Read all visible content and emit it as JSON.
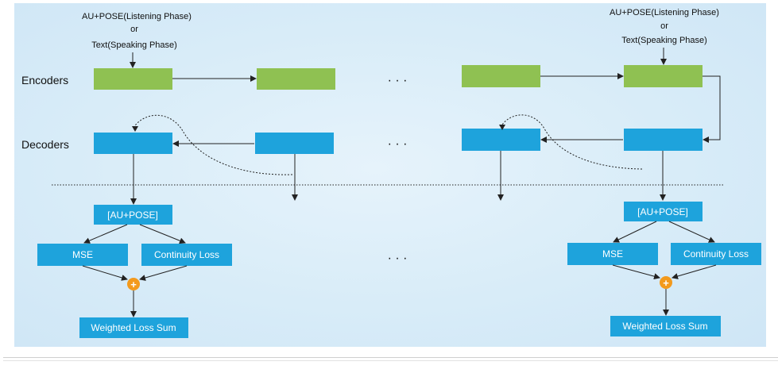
{
  "diagram": {
    "left_input": {
      "line1": "AU+POSE(Listening Phase)",
      "line2": "or",
      "line3": "Text(Speaking Phase)"
    },
    "right_input": {
      "line1": "AU+POSE(Listening Phase)",
      "line2": "or",
      "line3": "Text(Speaking Phase)"
    },
    "row_labels": {
      "encoders": "Encoders",
      "decoders": "Decoders"
    },
    "ellipsis": "· · ·",
    "left_output": {
      "au_pose": "[AU+POSE]",
      "mse": "MSE",
      "continuity": "Continuity Loss",
      "plus": "+",
      "weighted_sum": "Weighted Loss Sum"
    },
    "right_output": {
      "au_pose": "[AU+POSE]",
      "mse": "MSE",
      "continuity": "Continuity Loss",
      "plus": "+",
      "weighted_sum": "Weighted Loss Sum"
    },
    "colors": {
      "encoder": "#8fc152",
      "decoder": "#1ea3dc",
      "adder": "#f39a1d",
      "background": "#dcedf9"
    }
  }
}
